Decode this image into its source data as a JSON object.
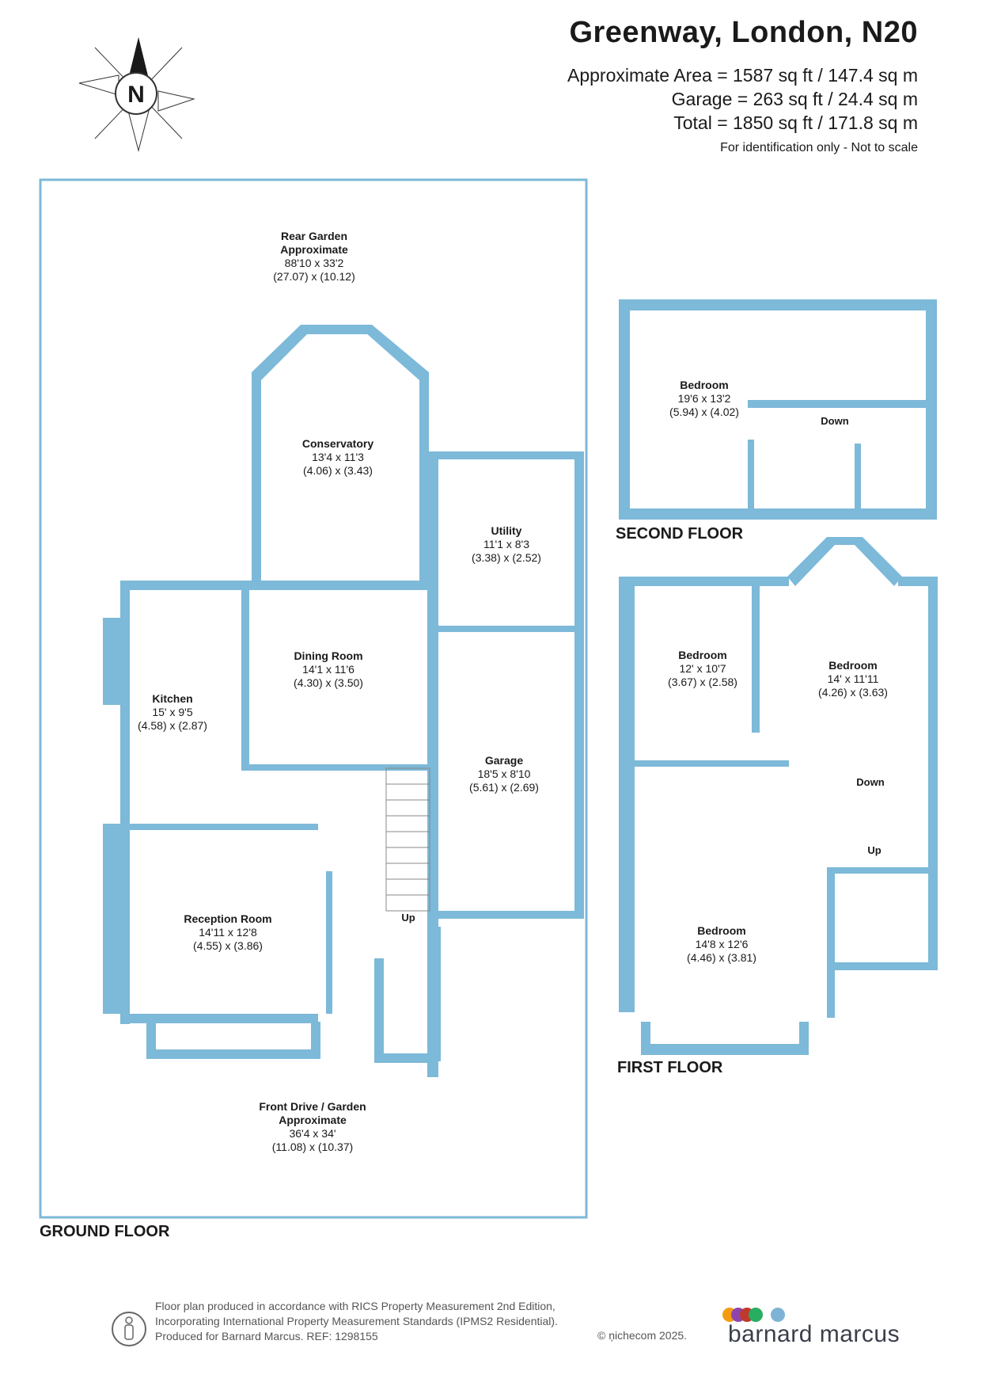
{
  "header": {
    "title": "Greenway, London, N20",
    "area_lines": [
      "Approximate Area = 1587 sq ft / 147.4 sq m",
      "Garage = 263 sq ft / 24.4 sq m",
      "Total = 1850 sq ft / 171.8 sq m"
    ],
    "note": "For identification only - Not to scale"
  },
  "compass": {
    "letter": "N"
  },
  "floors": {
    "ground": "GROUND FLOOR",
    "first": "FIRST FLOOR",
    "second": "SECOND FLOOR"
  },
  "rooms": {
    "rear_garden": {
      "name": "Rear Garden",
      "name2": "Approximate",
      "imperial": "88'10 x 33'2",
      "metric": "(27.07) x (10.12)"
    },
    "conservatory": {
      "name": "Conservatory",
      "imperial": "13'4 x 11'3",
      "metric": "(4.06) x (3.43)"
    },
    "utility": {
      "name": "Utility",
      "imperial": "11'1 x 8'3",
      "metric": "(3.38) x (2.52)"
    },
    "dining": {
      "name": "Dining Room",
      "imperial": "14'1 x 11'6",
      "metric": "(4.30) x (3.50)"
    },
    "kitchen": {
      "name": "Kitchen",
      "imperial": "15' x 9'5",
      "metric": "(4.58) x (2.87)"
    },
    "garage": {
      "name": "Garage",
      "imperial": "18'5 x 8'10",
      "metric": "(5.61) x (2.69)"
    },
    "reception": {
      "name": "Reception Room",
      "imperial": "14'11 x 12'8",
      "metric": "(4.55) x (3.86)"
    },
    "front_drive": {
      "name": "Front Drive / Garden",
      "name2": "Approximate",
      "imperial": "36'4 x 34'",
      "metric": "(11.08) x (10.37)"
    },
    "second_bedroom": {
      "name": "Bedroom",
      "imperial": "19'6 x 13'2",
      "metric": "(5.94) x (4.02)"
    },
    "first_bed1": {
      "name": "Bedroom",
      "imperial": "12' x 10'7",
      "metric": "(3.67) x (2.58)"
    },
    "first_bed2": {
      "name": "Bedroom",
      "imperial": "14' x 11'11",
      "metric": "(4.26) x (3.63)"
    },
    "first_bed3": {
      "name": "Bedroom",
      "imperial": "14'8 x 12'6",
      "metric": "(4.46) x (3.81)"
    }
  },
  "stairs": {
    "up": "Up",
    "down": "Down"
  },
  "footer": {
    "lines": [
      "Floor plan produced in accordance with RICS Property Measurement 2nd Edition,",
      "Incorporating International Property Measurement Standards (IPMS2 Residential).",
      "Produced for Barnard Marcus.   REF:  1298155"
    ],
    "copyright": "© ņichecom 2025.",
    "brand": "barnard marcus",
    "brand_dot_colors": [
      "#f39c12",
      "#8e44ad",
      "#c0392b",
      "#27ae60",
      "#7fb3d5"
    ]
  },
  "colors": {
    "wall": "#7db9d8",
    "border": "#7db9d8",
    "text": "#1a1a1a"
  }
}
